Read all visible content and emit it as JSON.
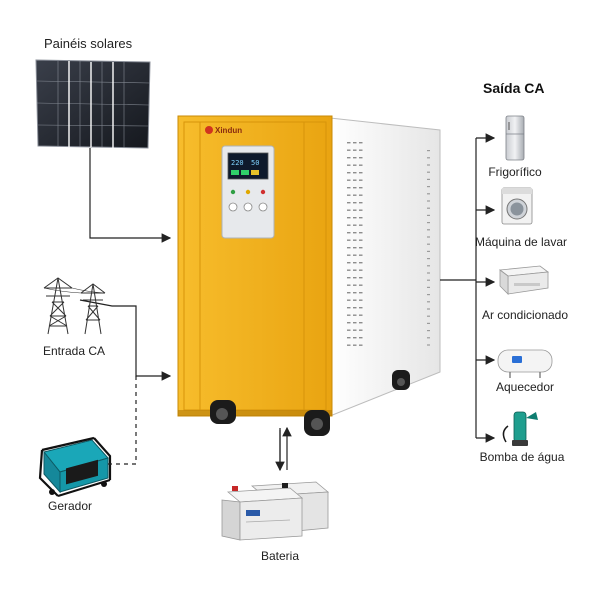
{
  "inputs": {
    "solar": "Painéis solares",
    "grid": "Entrada CA",
    "generator": "Gerador"
  },
  "battery": "Bateria",
  "output": {
    "title": "Saída CA",
    "loads": [
      {
        "label": "Frigorífico",
        "icon": "fridge-icon"
      },
      {
        "label": "Máquina de lavar",
        "icon": "washing-machine-icon"
      },
      {
        "label": "Ar condicionado",
        "icon": "air-conditioner-icon"
      },
      {
        "label": "Aquecedor",
        "icon": "water-heater-icon"
      },
      {
        "label": "Bomba de água",
        "icon": "water-pump-icon"
      }
    ]
  },
  "inverter": {
    "brand": "Xindun",
    "display_left": "220",
    "display_right": "50"
  },
  "colors": {
    "cabinet_front": "#f5b21a",
    "cabinet_side": "#f4f4f4",
    "line": "#222222"
  }
}
